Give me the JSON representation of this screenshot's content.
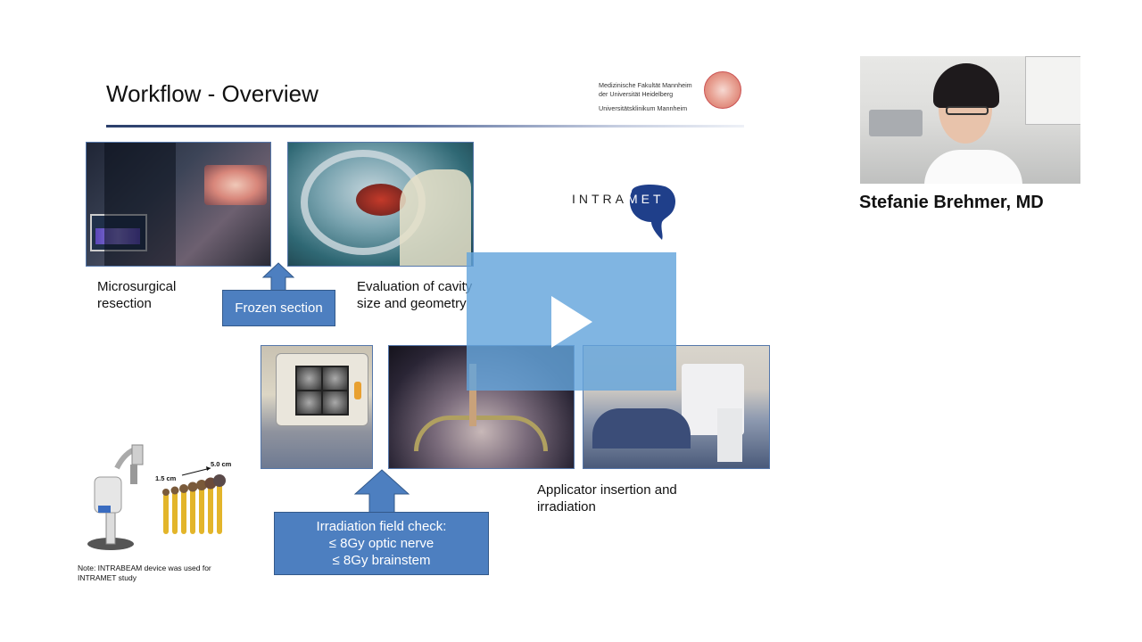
{
  "slide": {
    "title": "Workflow - Overview",
    "institution": {
      "line1": "Medizinische Fakultät Mannheim",
      "line2": "der Universität Heidelberg",
      "line3": "Universitätsklinikum Mannheim"
    },
    "captions": {
      "resection": [
        "Microsurgical",
        "resection"
      ],
      "cavity": [
        "Evaluation of cavity",
        "size and geometry"
      ],
      "applicator": [
        "Applicator insertion and",
        "irradiation"
      ]
    },
    "frozen_section": "Frozen section",
    "irradiation_check": {
      "line1": "Irradiation field check:",
      "line2": "≤ 8Gy optic nerve",
      "line3": "≤ 8Gy brainstem"
    },
    "logo_text": {
      "prefix": "INTRA",
      "suffix": "MET"
    },
    "device": {
      "size_small": "1.5 cm",
      "size_large": "5.0 cm",
      "note_line1": "Note: INTRABEAM device was used for",
      "note_line2": "INTRAMET study"
    }
  },
  "speaker": {
    "name": "Stefanie Brehmer, MD"
  },
  "colors": {
    "accent_box": "#4d7fc0",
    "play_overlay": "#64a5dc",
    "title_rule": "#2b3f6b"
  },
  "icons": {
    "play": "play-icon",
    "arrow": "up-arrow-icon"
  }
}
